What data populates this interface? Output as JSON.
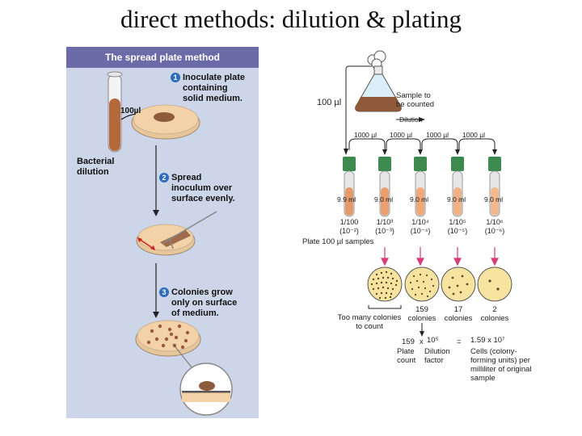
{
  "title": "direct methods: dilution & plating",
  "left_panel": {
    "header": "The spread plate method",
    "steps": [
      {
        "num": "1",
        "text_lines": [
          "Inoculate plate",
          "containing",
          "solid medium."
        ]
      },
      {
        "num": "2",
        "text_lines": [
          "Spread",
          "inoculum over",
          "surface evenly."
        ]
      },
      {
        "num": "3",
        "text_lines": [
          "Colonies grow",
          "only on surface",
          "of medium."
        ]
      }
    ],
    "volume_label": "100µl",
    "tube_label_lines": [
      "Bacterial",
      "dilution"
    ]
  },
  "right_panel": {
    "volume_label": "100 µl",
    "sample_lines": [
      "Sample to",
      "be counted"
    ],
    "dilution_label": "Dilution",
    "transfer_volumes": [
      "1000 µl",
      "1000 µl",
      "1000 µl",
      "1000 µl"
    ],
    "tube_volumes": [
      "9.9 ml",
      "9.0 ml",
      "9.0 ml",
      "9.0 ml",
      "9.0 ml"
    ],
    "ratios": [
      {
        "top": "1/100",
        "bottom": "(10⁻²)"
      },
      {
        "top": "1/10³",
        "bottom": "(10⁻³)"
      },
      {
        "top": "1/10⁴",
        "bottom": "(10⁻⁴)"
      },
      {
        "top": "1/10⁵",
        "bottom": "(10⁻⁵)"
      },
      {
        "top": "1/10⁶",
        "bottom": "(10⁻⁶)"
      }
    ],
    "plate_label": "Plate 100 µl samples",
    "plates": [
      {
        "count_lines": [
          "Too many colonies",
          "to count"
        ]
      },
      {
        "count_lines": [
          "159",
          "colonies"
        ]
      },
      {
        "count_lines": [
          "17",
          "colonies"
        ]
      },
      {
        "count_lines": [
          "2",
          "colonies"
        ]
      }
    ],
    "calc": {
      "plate_count": "159",
      "times": "x",
      "dilution_factor": "10⁵",
      "equals": "=",
      "result": "1.59  x  10⁷",
      "plate_count_lines": [
        "Plate",
        "count"
      ],
      "dilution_factor_lines": [
        "Dilution",
        "factor"
      ],
      "result_lines": [
        "Cells (colony-",
        "forming units) per",
        "milliliter of original",
        "sample"
      ]
    }
  },
  "colors": {
    "panel_bg": "#cdd6e8",
    "panel_header": "#6b6ba8",
    "step_circle": "#2c6cc0",
    "agar": "#f3d2a8",
    "culture": "#b5683a",
    "tube_cap": "#3d8a4e",
    "arrow_pink": "#d63c7a"
  }
}
